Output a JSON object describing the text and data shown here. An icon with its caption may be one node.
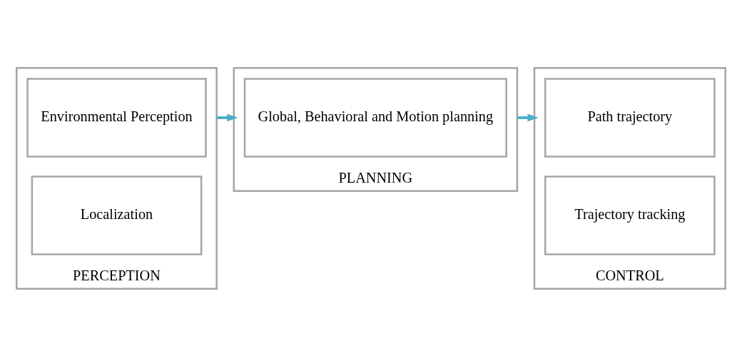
{
  "diagram": {
    "nodes": [
      {
        "text": [
          "PERCEPTION"
        ]
      },
      {
        "text": [
          "Environmental Perception"
        ],
        "in": 0
      },
      {
        "text": [
          "Localization"
        ],
        "in": 0
      },
      {
        "text": [
          "PLANNING"
        ]
      },
      {
        "text": [
          "Global, Behavioral and Motion planning"
        ],
        "in": 3
      },
      {
        "text": [
          "CONTROL"
        ]
      },
      {
        "text": [
          "Path trajectory"
        ],
        "in": 5
      },
      {
        "text": [
          "Trajectory tracking"
        ],
        "in": 5
      }
    ],
    "edges": [
      {
        "from": 0,
        "to": 3,
        "arrow": "to"
      },
      {
        "from": 3,
        "to": 5,
        "arrow": "to"
      }
    ]
  }
}
